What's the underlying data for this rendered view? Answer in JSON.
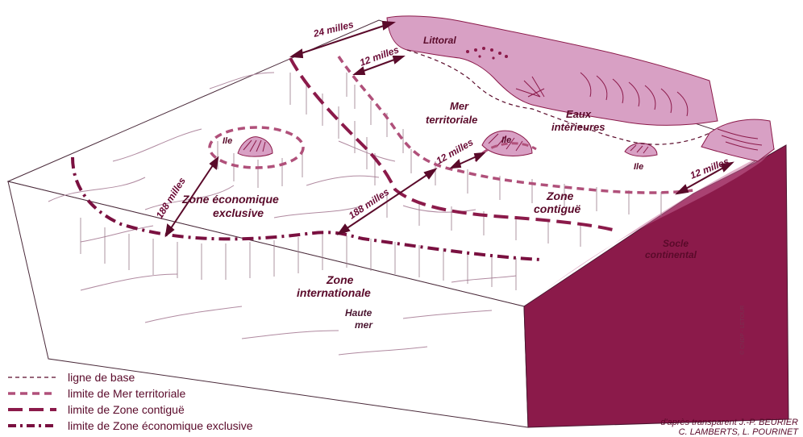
{
  "colors": {
    "land": "#d8a0c4",
    "land_dark": "#8b1a4a",
    "line": "#8b1a4a",
    "text": "#5a0a2a"
  },
  "labels": {
    "littoral": "Littoral",
    "eaux_1": "Eaux",
    "eaux_2": "intérieures",
    "mer_1": "Mer",
    "mer_2": "territoriale",
    "zee_1": "Zone économique",
    "zee_2": "exclusive",
    "zc_1": "Zone",
    "zc_2": "contiguë",
    "zi_1": "Zone",
    "zi_2": "internationale",
    "hm_1": "Haute",
    "hm_2": "mer",
    "socle_1": "Socle",
    "socle_2": "continental",
    "ile_a": "Ile",
    "ile_b": "Ile",
    "ile_c": "Ile"
  },
  "distances": {
    "d24": "24 milles",
    "d12_top": "12 milles",
    "d12_mid": "12 milles",
    "d12_right": "12 milles",
    "d188_left": "188 milles",
    "d188_mid": "188 milles"
  },
  "legend": [
    {
      "label": "ligne de base",
      "style": "baseline"
    },
    {
      "label": "limite de Mer territoriale",
      "style": "territorial"
    },
    {
      "label": "limite de Zone contiguë",
      "style": "contiguous"
    },
    {
      "label": "limite de Zone économique exclusive",
      "style": "eez"
    }
  ],
  "credit": {
    "line1": "d'après transparent J.-P. BEURIER",
    "line2": "C. LAMBERTS, L. POURINET"
  },
  "vertical_credit": "© CNDP - LETOUR"
}
